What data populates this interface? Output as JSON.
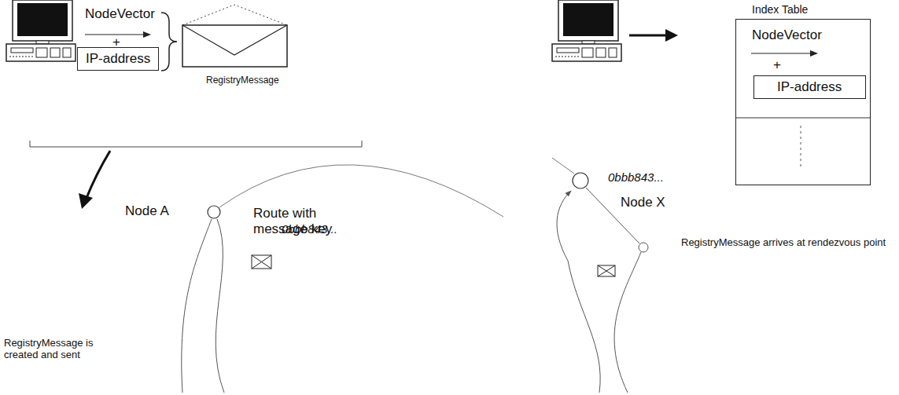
{
  "diagram": {
    "nodes": [
      {
        "text": [
          "IP-address"
        ]
      },
      {
        "text": [
          "Index Table",
          "NodeVector",
          "+"
        ]
      },
      {
        "text": [
          "IP-address"
        ],
        "in": 1
      },
      {
        "text": [
          "Node A"
        ]
      },
      {
        "text": [
          "0bbb843...",
          "Node X"
        ]
      }
    ],
    "labels": [
      "NodeVector",
      "+",
      "RegistryMessage",
      "Route with message key",
      "0bbb843...",
      "RegistryMessage is created and sent",
      "RegistryMessage arrives at rendezvous point"
    ]
  }
}
